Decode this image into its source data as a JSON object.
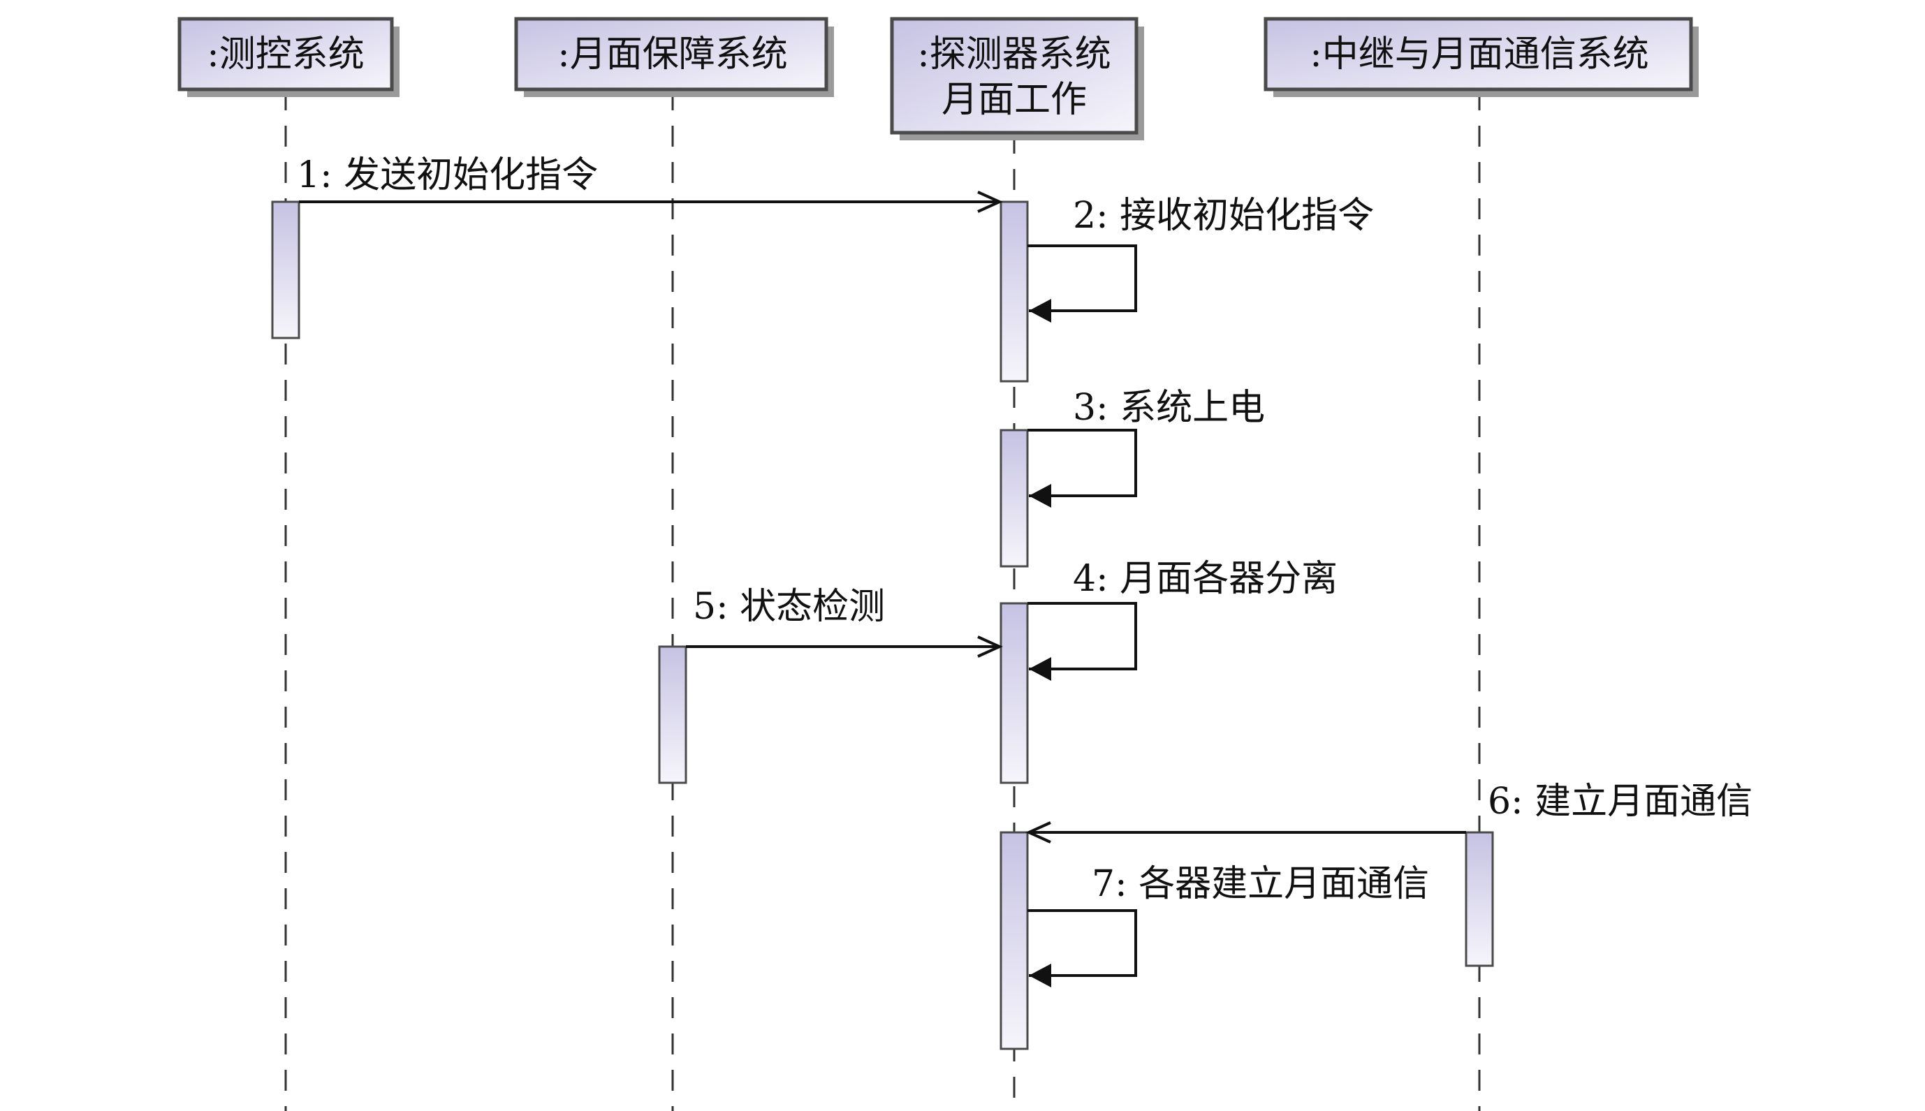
{
  "diagram": {
    "type": "uml-sequence",
    "colors": {
      "box_fill_start": "#c6c2e3",
      "box_fill_end": "#f6f5fb",
      "border": "#4a4a4a",
      "shadow": "#9a9a9a",
      "line": "#111111"
    },
    "lifelines": [
      {
        "id": "ll1",
        "label_lines": [
          ":测控系统"
        ]
      },
      {
        "id": "ll2",
        "label_lines": [
          ":月面保障系统"
        ]
      },
      {
        "id": "ll3",
        "label_lines": [
          ":探测器系统",
          "月面工作"
        ]
      },
      {
        "id": "ll4",
        "label_lines": [
          ":中继与月面通信系统"
        ]
      }
    ],
    "messages": [
      {
        "num": "1",
        "text": "1: 发送初始化指令",
        "from": "ll1",
        "to": "ll3",
        "kind": "async"
      },
      {
        "num": "2",
        "text": "2: 接收初始化指令",
        "from": "ll3",
        "to": "ll3",
        "kind": "self"
      },
      {
        "num": "3",
        "text": "3: 系统上电",
        "from": "ll3",
        "to": "ll3",
        "kind": "self"
      },
      {
        "num": "4",
        "text": "4: 月面各器分离",
        "from": "ll3",
        "to": "ll3",
        "kind": "self"
      },
      {
        "num": "5",
        "text": "5: 状态检测",
        "from": "ll2",
        "to": "ll3",
        "kind": "async"
      },
      {
        "num": "6",
        "text": "6: 建立月面通信",
        "from": "ll4",
        "to": "ll3",
        "kind": "async"
      },
      {
        "num": "7",
        "text": "7: 各器建立月面通信",
        "from": "ll3",
        "to": "ll3",
        "kind": "self"
      }
    ]
  }
}
